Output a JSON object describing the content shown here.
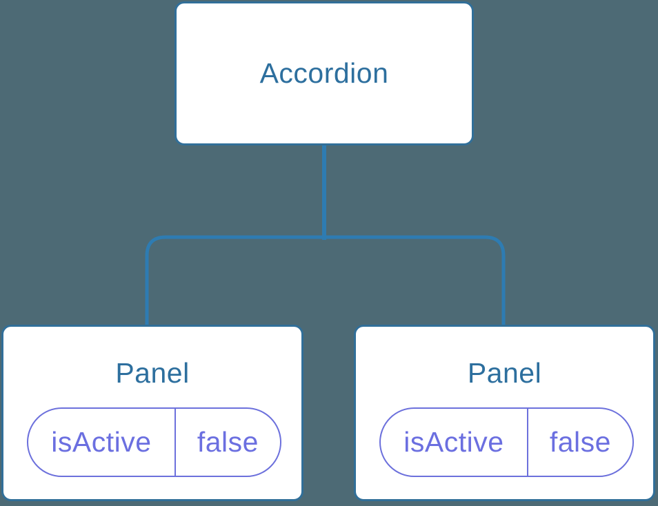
{
  "colors": {
    "background": "#4d6a75",
    "node_fill": "#ffffff",
    "node_border": "#316f99",
    "node_label_text": "#2d6f9e",
    "connector": "#2e7cb2",
    "state_pill_border": "#6c70dc",
    "state_pill_text": "#6b6fe0"
  },
  "tree": {
    "root": {
      "label": "Accordion"
    },
    "panels": [
      {
        "title": "Panel",
        "state": {
          "key": "isActive",
          "value": "false"
        }
      },
      {
        "title": "Panel",
        "state": {
          "key": "isActive",
          "value": "false"
        }
      }
    ]
  }
}
